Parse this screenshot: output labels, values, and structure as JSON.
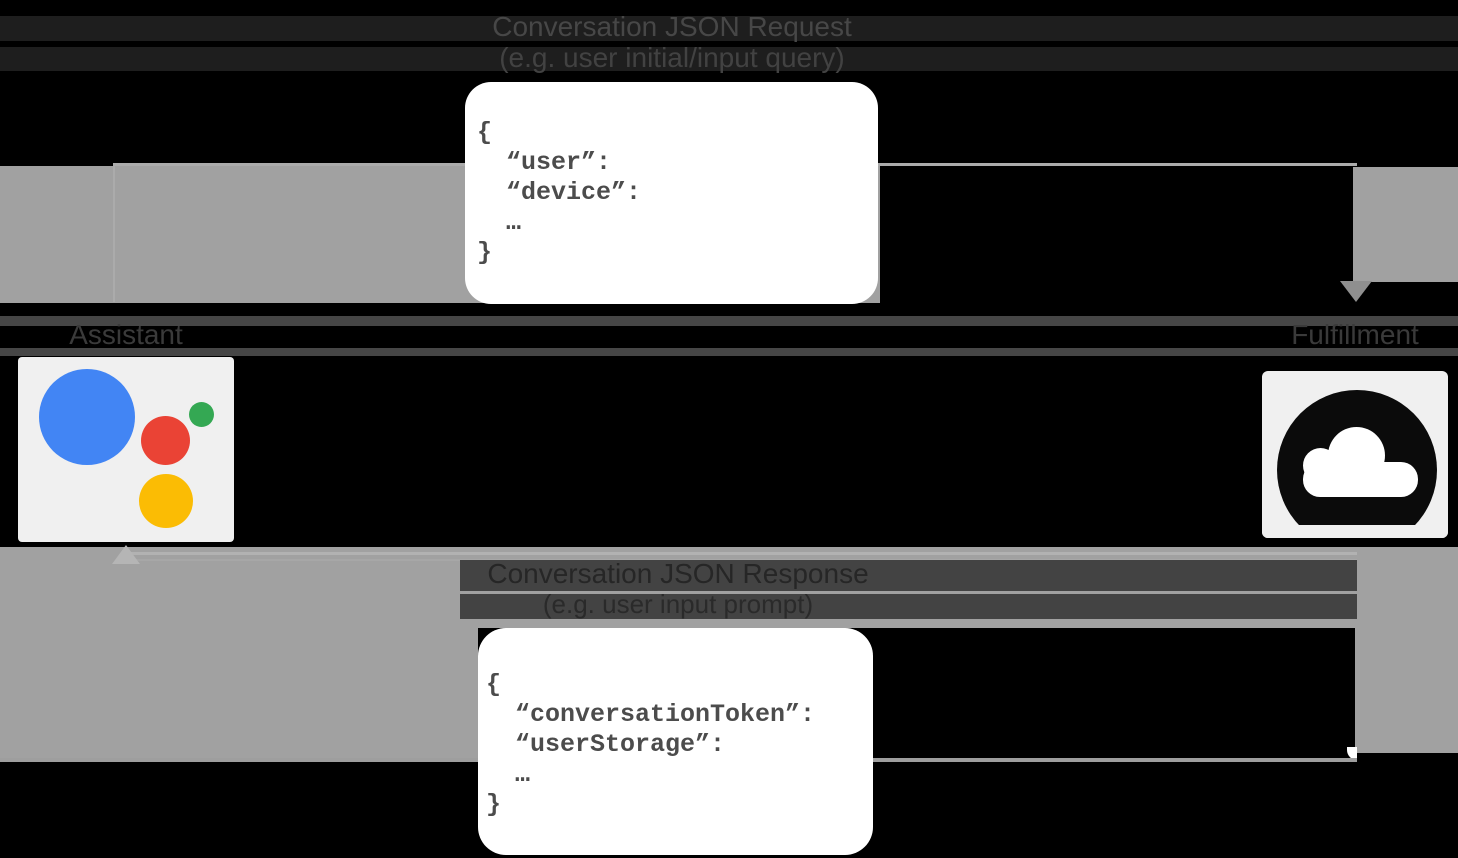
{
  "request_flow": {
    "title_line1": "Conversation JSON Request",
    "title_line2": "(e.g. user initial/input query)",
    "code": [
      "{",
      "“user”:",
      "“device”:",
      "…",
      "}"
    ]
  },
  "response_flow": {
    "title_line1": "Conversation JSON Response",
    "title_line2": "(e.g. user input prompt)",
    "code": [
      "{",
      "“conversationToken”:",
      "“userStorage”:",
      "…",
      "}"
    ]
  },
  "nodes": {
    "assistant": {
      "label": "Assistant"
    },
    "fulfillment": {
      "label": "Fulfillment"
    }
  },
  "colors": {
    "background": "#000000",
    "arrow_band": "#a1a1a1",
    "arrow_line_light": "#b2b2b2",
    "arrowhead_down": "#8f8f8f",
    "arrowhead_up": "#b5b5b5",
    "box_background": "#ffffff",
    "code_text": "#4c4c4c",
    "title_text_dark": "#474747",
    "label_text": "#3a3a3a",
    "assistant_blue": "#4285f4",
    "assistant_red": "#ea4335",
    "assistant_green": "#34a853",
    "assistant_yellow": "#fbbc04",
    "cloud_icon": "#0b0b0b"
  }
}
